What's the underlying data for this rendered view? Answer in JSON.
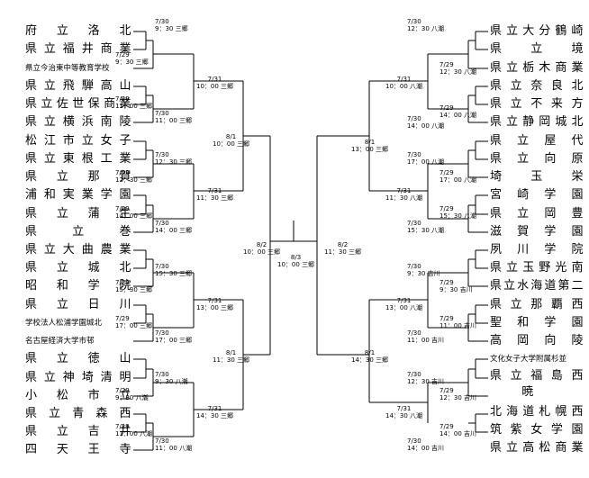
{
  "left_teams": [
    "府立洛北",
    "県立福井商業",
    "県立今治東中等教育学校",
    "県立飛騨高山",
    "県立佐世保商業",
    "県立横浜南陵",
    "松江市立女子",
    "県立東根工業",
    "県立那賀",
    "浦和実業学園",
    "県立蒲生",
    "県立巻",
    "県立大曲農業",
    "県立城北",
    "昭和学院",
    "県立日川",
    "学校法人松浦学園城北",
    "名古屋経済大学市邨",
    "県立徳山",
    "県立神埼清明",
    "小松市立",
    "県立青森西",
    "県立吉井",
    "四天王寺"
  ],
  "right_teams": [
    "県立大分鶴崎",
    "県立境",
    "県立栃木商業",
    "県立奈良北",
    "県立不来方",
    "県立静岡城北",
    "県立屋代",
    "県立向原",
    "埼玉栄",
    "宮崎学園",
    "県立岡豊",
    "滋賀学園",
    "夙川学院",
    "県立玉野光南",
    "県立水海道第二",
    "県立那覇西",
    "聖和学園",
    "高岡向陵",
    "文化女子大学附属杉並",
    "県立福島西",
    "北海道札幌西",
    "筑紫女学園",
    "県立高松商業"
  ],
  "right_extra": "暁",
  "matches": {
    "L1": [
      "7/30",
      "9：30 三郷"
    ],
    "L1b": [
      "7/29",
      "9：30 三郷"
    ],
    "L2": [
      "7/31",
      "10：00 三郷"
    ],
    "L3": [
      "7/29",
      "11：00 三郷"
    ],
    "L4": [
      "7/30",
      "11：00 三郷"
    ],
    "L5": [
      "7/30",
      "12：30 三郷"
    ],
    "L6": [
      "7/29",
      "12：30 三郷"
    ],
    "L7": [
      "7/31",
      "11：30 三郷"
    ],
    "L8": [
      "7/29",
      "14：00 三郷"
    ],
    "L9": [
      "7/30",
      "14：00 三郷"
    ],
    "L10": [
      "7/30",
      "15：30 三郷"
    ],
    "L11": [
      "7/29",
      "15：30 三郷"
    ],
    "L12": [
      "7/31",
      "13：00 三郷"
    ],
    "L13": [
      "7/29",
      "17：00 三郷"
    ],
    "L14": [
      "7/30",
      "17：00 三郷"
    ],
    "L15": [
      "7/30",
      "9：30 八潮"
    ],
    "L16": [
      "7/29",
      "9：30 八潮"
    ],
    "L17": [
      "7/31",
      "14：30 三郷"
    ],
    "L18": [
      "7/29",
      "11：00 八潮"
    ],
    "L19": [
      "7/30",
      "11：00 八潮"
    ],
    "LQ1": [
      "8/1",
      "10：00 三郷"
    ],
    "LQ2": [
      "8/1",
      "11：30 三郷"
    ],
    "LS": [
      "8/2",
      "10：00 三郷"
    ],
    "F": [
      "8/3",
      "10：00 三郷"
    ],
    "RS": [
      "8/2",
      "11：30 三郷"
    ],
    "RQ1": [
      "8/1",
      "13：00 三郷"
    ],
    "RQ2": [
      "8/1",
      "14：30 三郷"
    ],
    "R1": [
      "7/30",
      "12：30 八潮"
    ],
    "R1b": [
      "7/29",
      "12：30 八潮"
    ],
    "R2": [
      "7/31",
      "10：00 八潮"
    ],
    "R3": [
      "7/29",
      "14：00 八潮"
    ],
    "R4": [
      "7/30",
      "14：00 八潮"
    ],
    "R5": [
      "7/30",
      "17：00 八潮"
    ],
    "R6": [
      "7/29",
      "17：00 八潮"
    ],
    "R7": [
      "7/31",
      "11：30 八潮"
    ],
    "R8": [
      "7/29",
      "15：30 八潮"
    ],
    "R9": [
      "7/30",
      "15：30 八潮"
    ],
    "R10": [
      "7/30",
      "9：30 吉川"
    ],
    "R11": [
      "7/29",
      "9：30 吉川"
    ],
    "R12": [
      "7/31",
      "13：00 八潮"
    ],
    "R13": [
      "7/29",
      "11：00 吉川"
    ],
    "R14": [
      "7/30",
      "11：00 吉川"
    ],
    "R15": [
      "7/30",
      "12：30 吉川"
    ],
    "R16": [
      "7/29",
      "12：30 吉川"
    ],
    "R17": [
      "7/31",
      "14：30 八潮"
    ],
    "R18": [
      "7/29",
      "14：00 吉川"
    ],
    "R19": [
      "7/30",
      "14：00 吉川"
    ]
  }
}
